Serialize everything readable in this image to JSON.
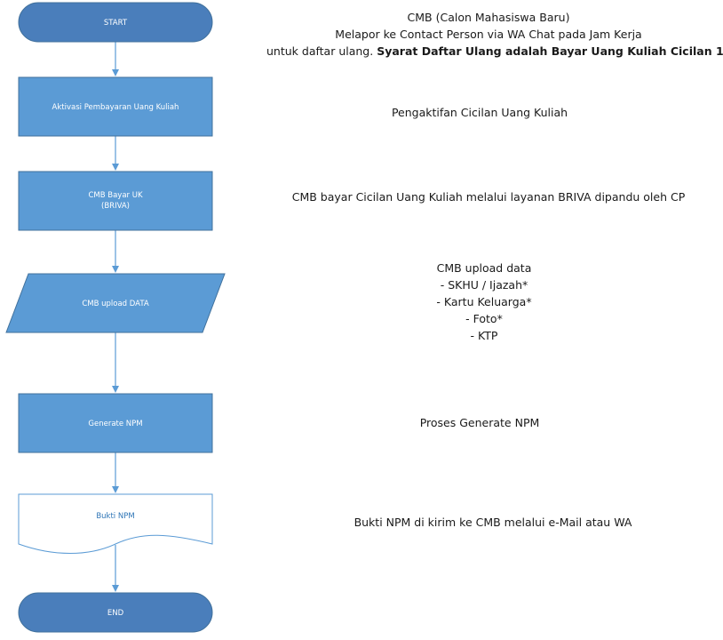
{
  "nodes": {
    "start": "START",
    "aktivasi": "Aktivasi Pembayaran Uang Kuliah",
    "bayar_line1": "CMB Bayar UK",
    "bayar_line2": "(BRIVA)",
    "upload": "CMB upload DATA",
    "generate": "Generate NPM",
    "bukti": "Bukti NPM",
    "end": "END"
  },
  "notes": {
    "n1_line1": "CMB (Calon Mahasiswa Baru)",
    "n1_line2": "Melapor ke Contact Person via WA Chat pada Jam Kerja",
    "n1_line3_normal": "untuk daftar ulang. ",
    "n1_line3_bold": "Syarat Daftar Ulang adalah Bayar Uang Kuliah Cicilan 1",
    "n2": "Pengaktifan Cicilan Uang Kuliah",
    "n3": "CMB bayar Cicilan Uang Kuliah melalui layanan BRIVA dipandu oleh CP",
    "n4_title": "CMB upload data",
    "n4_items": [
      "- SKHU / Ijazah*",
      "- Kartu Keluarga*",
      "- Foto*",
      "- KTP"
    ],
    "n5": "Proses Generate NPM",
    "n6": "Bukti NPM di kirim ke CMB melalui e-Mail atau WA"
  },
  "colors": {
    "terminator_fill": "#4a7ebb",
    "process_fill": "#5b9bd5",
    "stroke": "#41719c",
    "document_stroke": "#5b9bd5",
    "arrow": "#5b9bd5"
  }
}
